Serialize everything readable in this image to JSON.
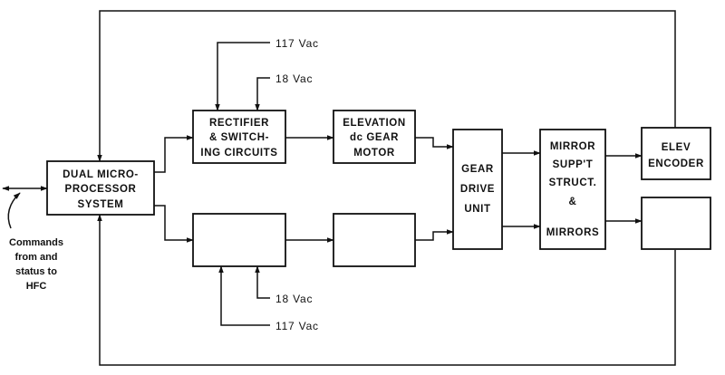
{
  "blocks": {
    "dual_micro": [
      "DUAL MICRO-",
      "PROCESSOR",
      "SYSTEM"
    ],
    "rectifier": [
      "RECTIFIER",
      "& SWITCH-",
      "ING CIRCUITS"
    ],
    "elev_motor": [
      "ELEVATION",
      "dc GEAR",
      "MOTOR"
    ],
    "gear_drive": [
      "GEAR",
      "DRIVE",
      "UNIT"
    ],
    "mirror": [
      "MIRROR",
      "SUPP'T",
      "STRUCT.",
      "&",
      "MIRRORS"
    ],
    "elev_encoder": [
      "ELEV",
      "ENCODER"
    ],
    "lower_switching": [],
    "lower_motor": [],
    "lower_encoder": []
  },
  "supplies": {
    "upper_117": "117 Vac",
    "upper_18": "18 Vac",
    "lower_18": "18 Vac",
    "lower_117": "117 Vac"
  },
  "note": [
    "Commands",
    "from and",
    "status to",
    "HFC"
  ]
}
